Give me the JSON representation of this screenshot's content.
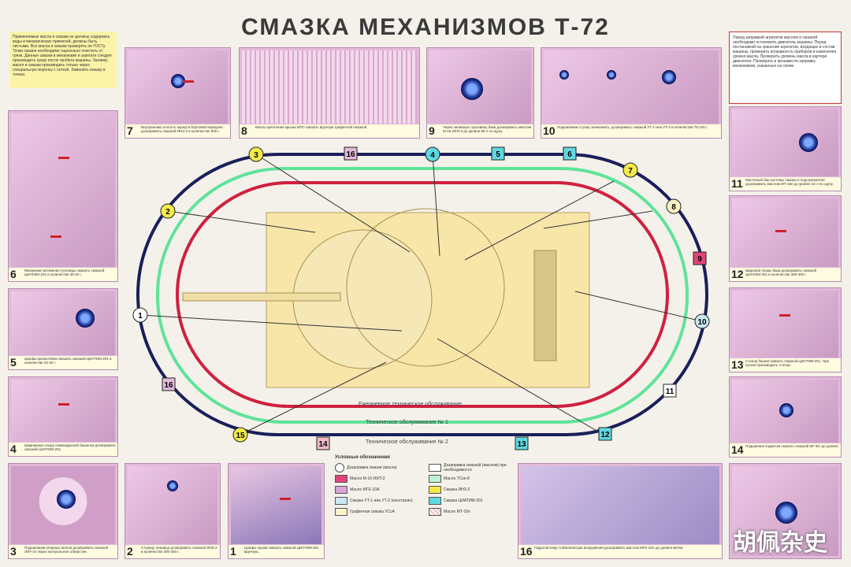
{
  "title": "СМАЗКА МЕХАНИЗМОВ Т-72",
  "notes": {
    "left": "Применяемые масла и смазки не должны содержать воды и механических примесей, должны быть чистыми. Все масла и смазки проверять по ГОСТу. Точки смазки необходимо тщательно очистить от грязи. Данные смазки в механизме и агрегате следует производить сразу после пробега машины. Заливку масел и смазки производить только через специальную воронку с сеткой. Заменить смазку в точках.",
    "right": "Перед заправкой агрегатов маслом и смазкой необходимо остановить двигатель машины. Перед постановкой на хранение агрегатов, входящих в состав машины, проверить исправность приборов и изменения уровня масла. Проверить уровень масла в картере двигателя. Проверить и произвести заправку механизмов, указанных на схеме."
  },
  "panels": [
    {
      "num": "7",
      "caption": "Внутреннюю полость корпуса бортовой передачи дозаправить смазкой ЯНЗ-2 в количестве 500 г."
    },
    {
      "num": "8",
      "caption": "Винты крепления крыши МТО смазать вручную графитной смазкой."
    },
    {
      "num": "9",
      "caption": "Через заливную горловину бака дозаправить маслом М-16 ИХП-3 до уровня 95 л по щупу."
    },
    {
      "num": "10",
      "caption": "Подшипники ступиц зачеканить, дозаправить смазкой УТ-1 или УТ-2 в количестве 75-100 г."
    },
    {
      "num": "11",
      "caption": "Масляный бак системы смазки и подогревателя дозаправить маслом МТ-16п до уровня 42 л по щупу."
    },
    {
      "num": "12",
      "caption": "Шаровой опоры бака дозаправить смазкой ЦИАТИМ-201 в количестве 300-400 г."
    },
    {
      "num": "13",
      "caption": "Стопор башни смазать смазкой ЦИАТИМ-201. При пусках производить стопор."
    },
    {
      "num": "14",
      "caption": "Подшипник подвески смазать смазкой МГ-ФА до уровня."
    },
    {
      "num": "6",
      "caption": "Механизм натяжения гусеницы смазать смазкой ЦИАТИМ-201 в количестве 30-40 г."
    },
    {
      "num": "5",
      "caption": "Цапфы кронштейна смазать смазкой ЦИАТИМ-201 в количестве 20-30 г."
    },
    {
      "num": "4",
      "caption": "Шарнирную опору командирской башенки дозаправить смазкой ЦИАТИМ-201."
    },
    {
      "num": "3",
      "caption": "Подшипники опорных катков дозаправить смазкой ЛИТ-24 через контрольное отверстие."
    },
    {
      "num": "2",
      "caption": "Ступицу ленивца дозаправить смазкой ЯНЗ-2 в количестве 300-400 г."
    },
    {
      "num": "1",
      "caption": "Цапфы пушки смазать смазкой ЦИАТИМ-201 вручную."
    },
    {
      "num": "16",
      "caption": "Гидросистему стабилизатора вооружения дозаправить маслом МГЕ-10А до уровня метки."
    }
  ],
  "service_labels": [
    "Ежедневное техническое обслуживание",
    "Техническое обслуживание № 1",
    "Техническое обслуживание № 2"
  ],
  "legend": {
    "heading": "Условные обозначения",
    "items": [
      {
        "label": "Дозаправка смазки (масла)",
        "color": "#ffffff",
        "shape": "circle"
      },
      {
        "label": "Дозаправка смазкой (маслом) при необходимости",
        "color": "#ffffff",
        "shape": "square"
      },
      {
        "label": "Масло М-16 ИХП-3",
        "color": "#e0457a",
        "shape": "square"
      },
      {
        "label": "Масло ТСзп-8",
        "color": "#bff0d0",
        "shape": "square"
      },
      {
        "label": "Масло МГЕ-10А",
        "color": "#d9a6d6",
        "shape": "square"
      },
      {
        "label": "Смазка ЯНЗ-2",
        "color": "#f4ea4a",
        "shape": "square"
      },
      {
        "label": "Смазка УТ-1 или УТ-2 (консталин)",
        "color": "#c9e8f0",
        "shape": "square"
      },
      {
        "label": "Смазка ЦИАТИМ-201",
        "color": "#60d8e0",
        "shape": "square"
      },
      {
        "label": "Графитная смазка УСсА",
        "color": "#fbf4c8",
        "shape": "square"
      },
      {
        "label": "Масло МТ-16п",
        "color": "#f0b9c7",
        "shape": "hatched"
      }
    ]
  },
  "track_nodes": [
    "1",
    "2",
    "3",
    "4",
    "5",
    "6",
    "7",
    "8",
    "9",
    "10",
    "11",
    "12",
    "13",
    "14",
    "15",
    "16"
  ],
  "watermark": "胡佩杂史",
  "colors": {
    "track_daily": "#d02040",
    "track_to1": "#5fe39a",
    "track_to2": "#1a1f5a",
    "hull": "#f7e6a8",
    "panel_pink": "#e3b9d9"
  }
}
